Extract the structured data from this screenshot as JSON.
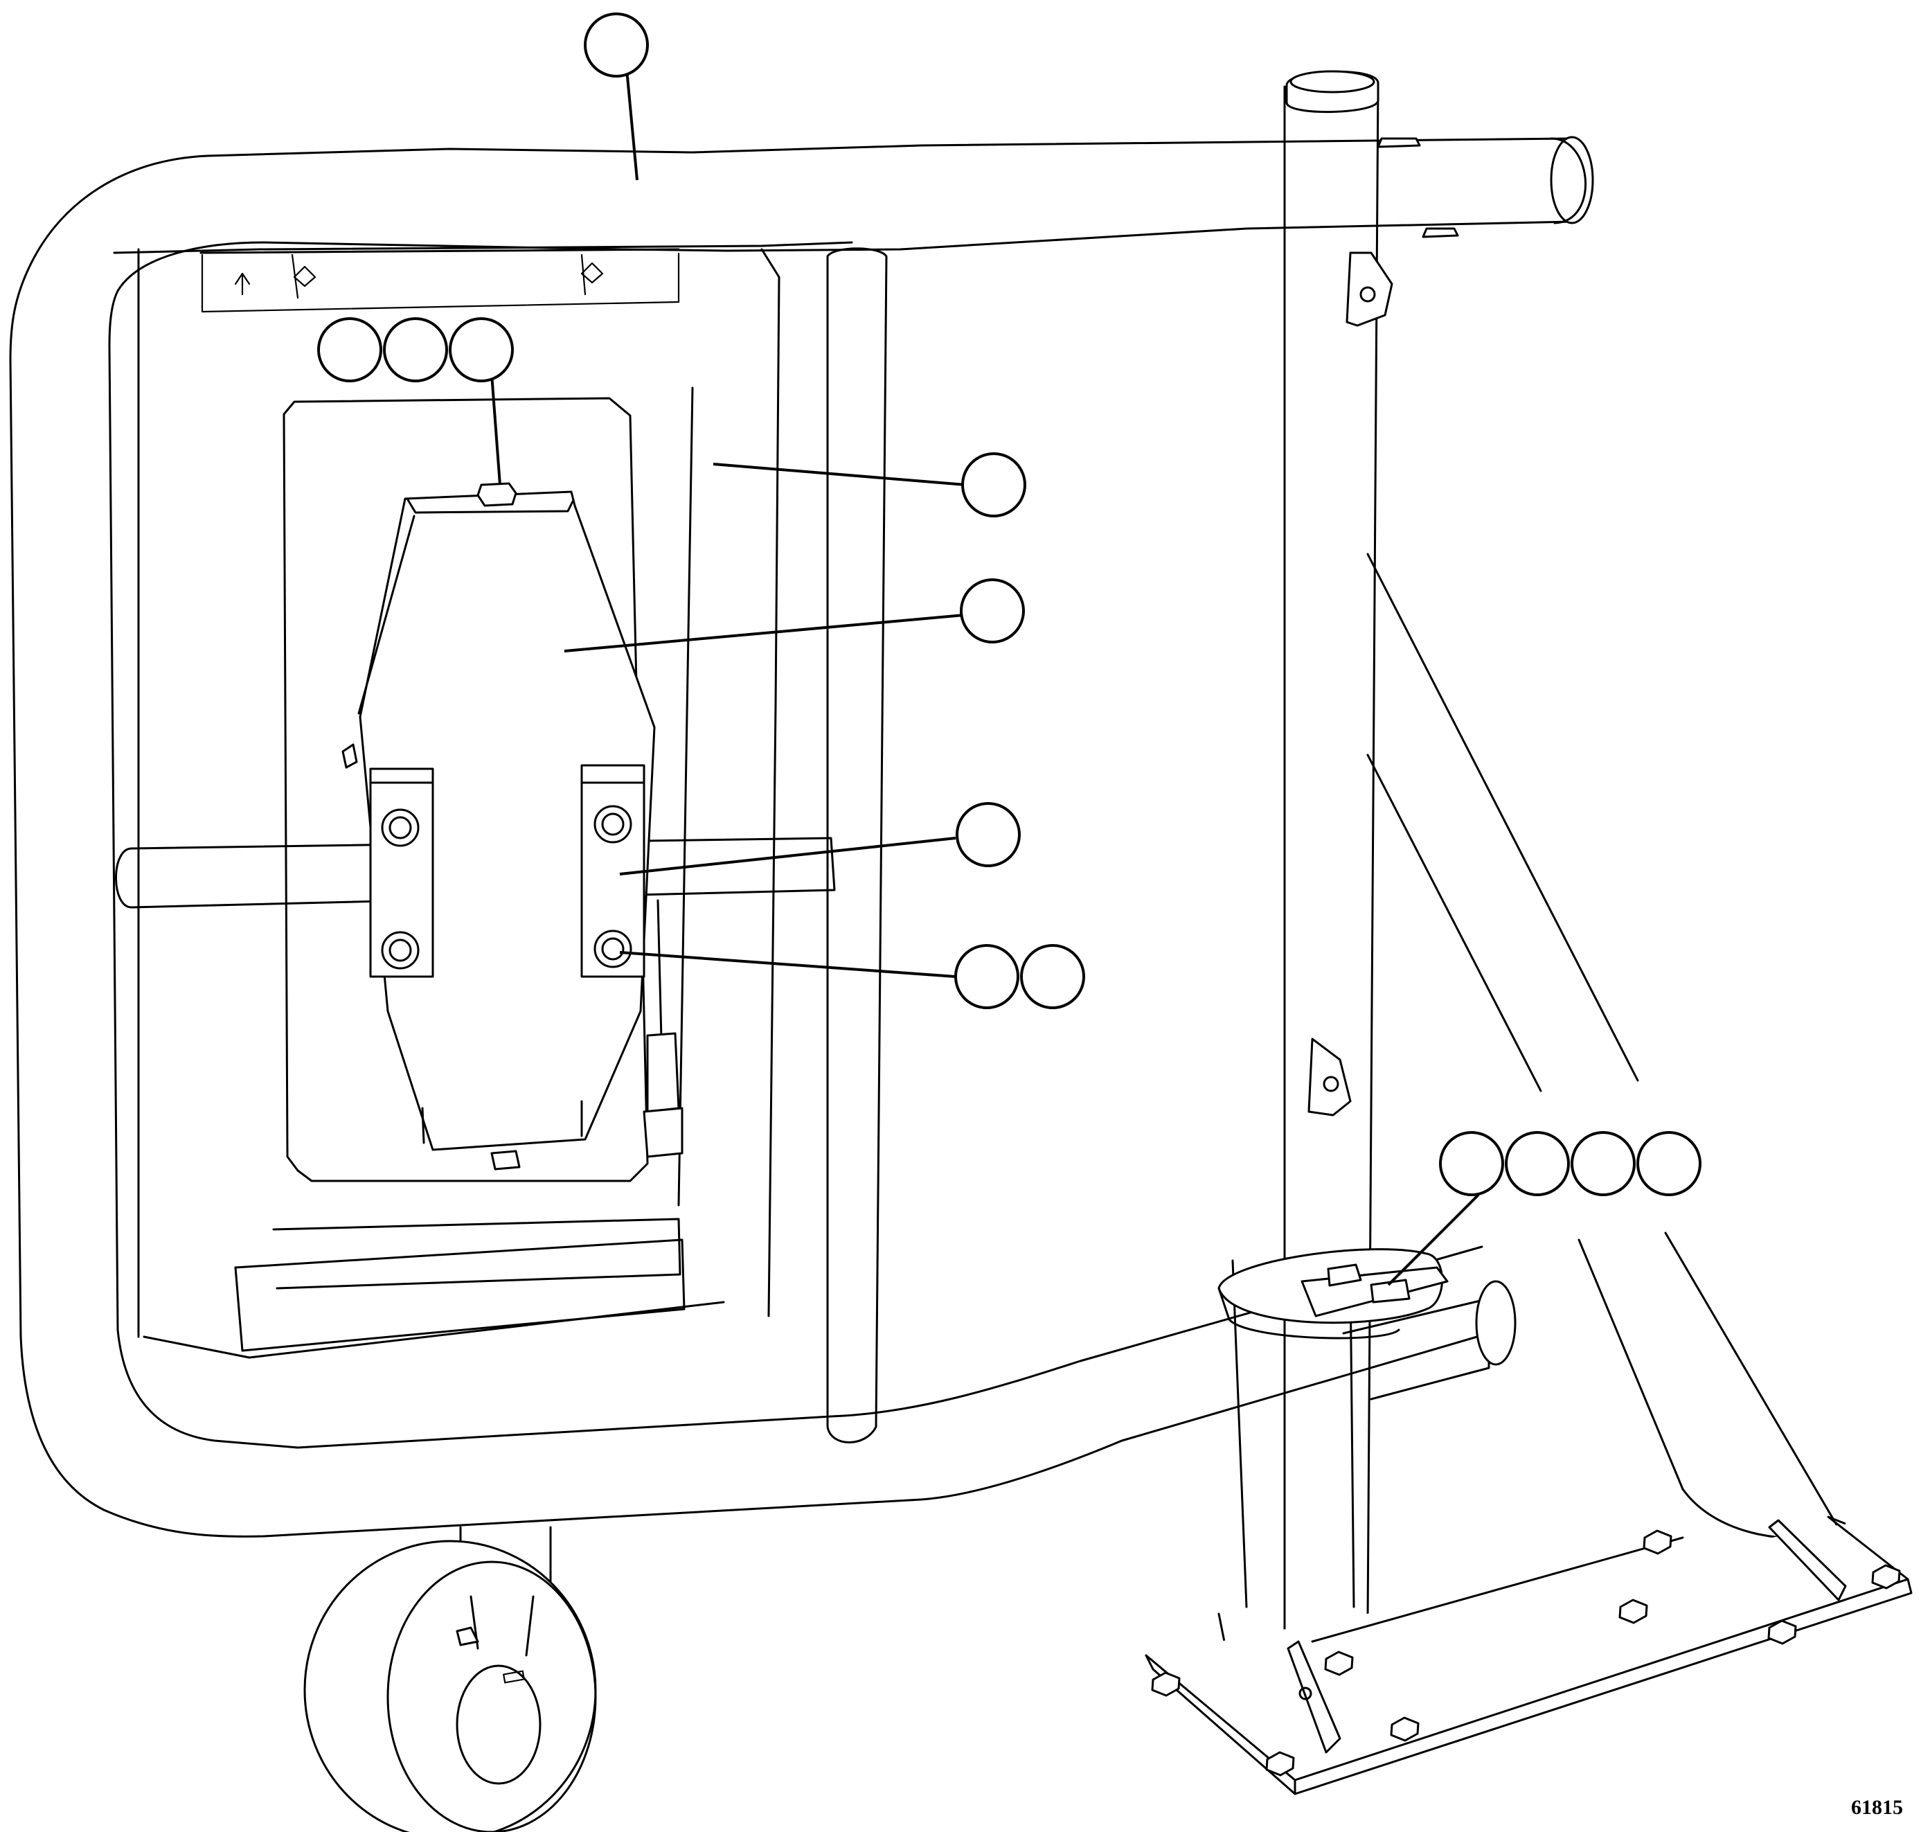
{
  "figure_number": "61815",
  "callouts": [
    {
      "name": "callout-frame-top",
      "count": 1
    },
    {
      "name": "callout-top-bolt",
      "count": 3
    },
    {
      "name": "callout-panel",
      "count": 1
    },
    {
      "name": "callout-reel-housing",
      "count": 1
    },
    {
      "name": "callout-clamp",
      "count": 1
    },
    {
      "name": "callout-clamp-bolt",
      "count": 2
    },
    {
      "name": "callout-base-bolt",
      "count": 4
    }
  ],
  "colors": {
    "line": "#000000",
    "background": "#ffffff"
  }
}
